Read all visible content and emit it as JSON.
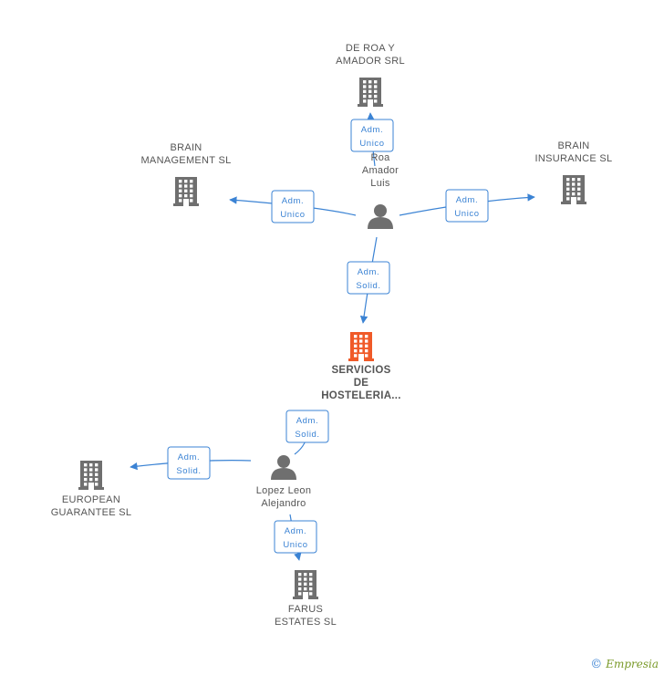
{
  "colors": {
    "edge": "#3b83d4",
    "company": "#6f6f6f",
    "company_main": "#f05a28",
    "person": "#6f6f6f"
  },
  "nodes": [
    {
      "id": "deroa",
      "kind": "company",
      "icon": "building-icon",
      "label": [
        "DE ROA Y",
        "AMADOR SRL"
      ]
    },
    {
      "id": "brain_mgmt",
      "kind": "company",
      "icon": "building-icon",
      "label": [
        "BRAIN",
        "MANAGEMENT SL"
      ]
    },
    {
      "id": "brain_ins",
      "kind": "company",
      "icon": "building-icon",
      "label": [
        "BRAIN",
        "INSURANCE  SL"
      ]
    },
    {
      "id": "roa",
      "kind": "person",
      "icon": "person-icon",
      "label": [
        "Roa",
        "Amador",
        "Luis"
      ]
    },
    {
      "id": "servicios",
      "kind": "company_main",
      "icon": "building-icon",
      "label": [
        "SERVICIOS",
        "DE",
        "HOSTELERIA..."
      ]
    },
    {
      "id": "lopez",
      "kind": "person",
      "icon": "person-icon",
      "label": [
        "Lopez Leon",
        "Alejandro"
      ]
    },
    {
      "id": "european",
      "kind": "company",
      "icon": "building-icon",
      "label": [
        "EUROPEAN",
        "GUARANTEE SL"
      ]
    },
    {
      "id": "farus",
      "kind": "company",
      "icon": "building-icon",
      "label": [
        "FARUS",
        "ESTATES  SL"
      ]
    }
  ],
  "edges": [
    {
      "from": "roa",
      "to": "deroa",
      "role": [
        "Adm.",
        "Unico"
      ]
    },
    {
      "from": "roa",
      "to": "brain_mgmt",
      "role": [
        "Adm.",
        "Unico"
      ]
    },
    {
      "from": "roa",
      "to": "brain_ins",
      "role": [
        "Adm.",
        "Unico"
      ]
    },
    {
      "from": "roa",
      "to": "servicios",
      "role": [
        "Adm.",
        "Solid."
      ]
    },
    {
      "from": "lopez",
      "to": "servicios",
      "role": [
        "Adm.",
        "Solid."
      ]
    },
    {
      "from": "lopez",
      "to": "european",
      "role": [
        "Adm.",
        "Solid."
      ]
    },
    {
      "from": "lopez",
      "to": "farus",
      "role": [
        "Adm.",
        "Unico"
      ]
    }
  ],
  "footer": {
    "copyright": "©",
    "brand": "Empresia"
  }
}
